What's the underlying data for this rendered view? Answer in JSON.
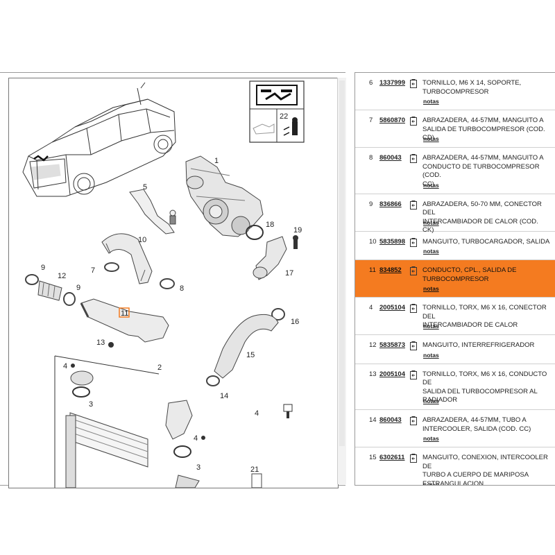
{
  "diagram": {
    "callouts": [
      "1",
      "5",
      "10",
      "7",
      "18",
      "19",
      "17",
      "9",
      "12",
      "9",
      "8",
      "11",
      "13",
      "16",
      "15",
      "14",
      "4",
      "2",
      "3",
      "4",
      "3",
      "4",
      "21",
      "22"
    ]
  },
  "parts_list": [
    {
      "num": "6",
      "part": "1337999",
      "desc": [
        "TORNILLO, M6 X 14, SOPORTE,",
        "TURBOCOMPRESOR"
      ],
      "notes": "notas",
      "selected": false
    },
    {
      "num": "7",
      "part": "5860870",
      "desc": [
        "ABRAZADERA, 44-57MM, MANGUITO A",
        "SALIDA DE TURBOCOMPRESOR (COD. CD)"
      ],
      "notes": "notas",
      "selected": false
    },
    {
      "num": "8",
      "part": "860043",
      "desc": [
        "ABRAZADERA, 44-57MM, MANGUITO A",
        "CONDUCTO DE TURBOCOMPRESOR (COD.",
        "CC)"
      ],
      "notes": "notas",
      "selected": false
    },
    {
      "num": "9",
      "part": "836866",
      "desc": [
        "ABRAZADERA, 50-70 MM, CONECTOR DEL",
        "INTERCAMBIADOR DE CALOR (COD. CK)"
      ],
      "notes": "notas",
      "selected": false
    },
    {
      "num": "10",
      "part": "5835898",
      "desc": [
        "MANGUITO, TURBOCARGADOR, SALIDA"
      ],
      "notes": "notas",
      "selected": false
    },
    {
      "num": "11",
      "part": "834852",
      "desc": [
        "CONDUCTO, CPL., SALIDA DE",
        "TURBOCOMPRESOR"
      ],
      "notes": "notas",
      "selected": true
    },
    {
      "num": "4",
      "part": "2005104",
      "desc": [
        "TORNILLO, TORX, M6 X 16, CONECTOR DEL",
        "INTERCAMBIADOR DE CALOR"
      ],
      "notes": "notas",
      "selected": false
    },
    {
      "num": "12",
      "part": "5835873",
      "desc": [
        "MANGUITO, INTERREFRIGERADOR"
      ],
      "notes": "notas",
      "selected": false
    },
    {
      "num": "13",
      "part": "2005104",
      "desc": [
        "TORNILLO, TORX, M6 X 16, CONDUCTO DE",
        "SALIDA DEL TURBOCOMPRESOR AL",
        "RADIADOR"
      ],
      "notes": "notas",
      "selected": false
    },
    {
      "num": "14",
      "part": "860043",
      "desc": [
        "ABRAZADERA, 44-57MM, TUBO A",
        "INTERCOOLER, SALIDA (COD. CC)"
      ],
      "notes": "notas",
      "selected": false
    },
    {
      "num": "15",
      "part": "6302611",
      "desc": [
        "MANGUITO, CONEXION, INTERCOOLER DE",
        "TURBO A CUERPO DE MARIPOSA",
        "ESTRANGULACION"
      ],
      "notes": "notas",
      "selected": false
    }
  ]
}
